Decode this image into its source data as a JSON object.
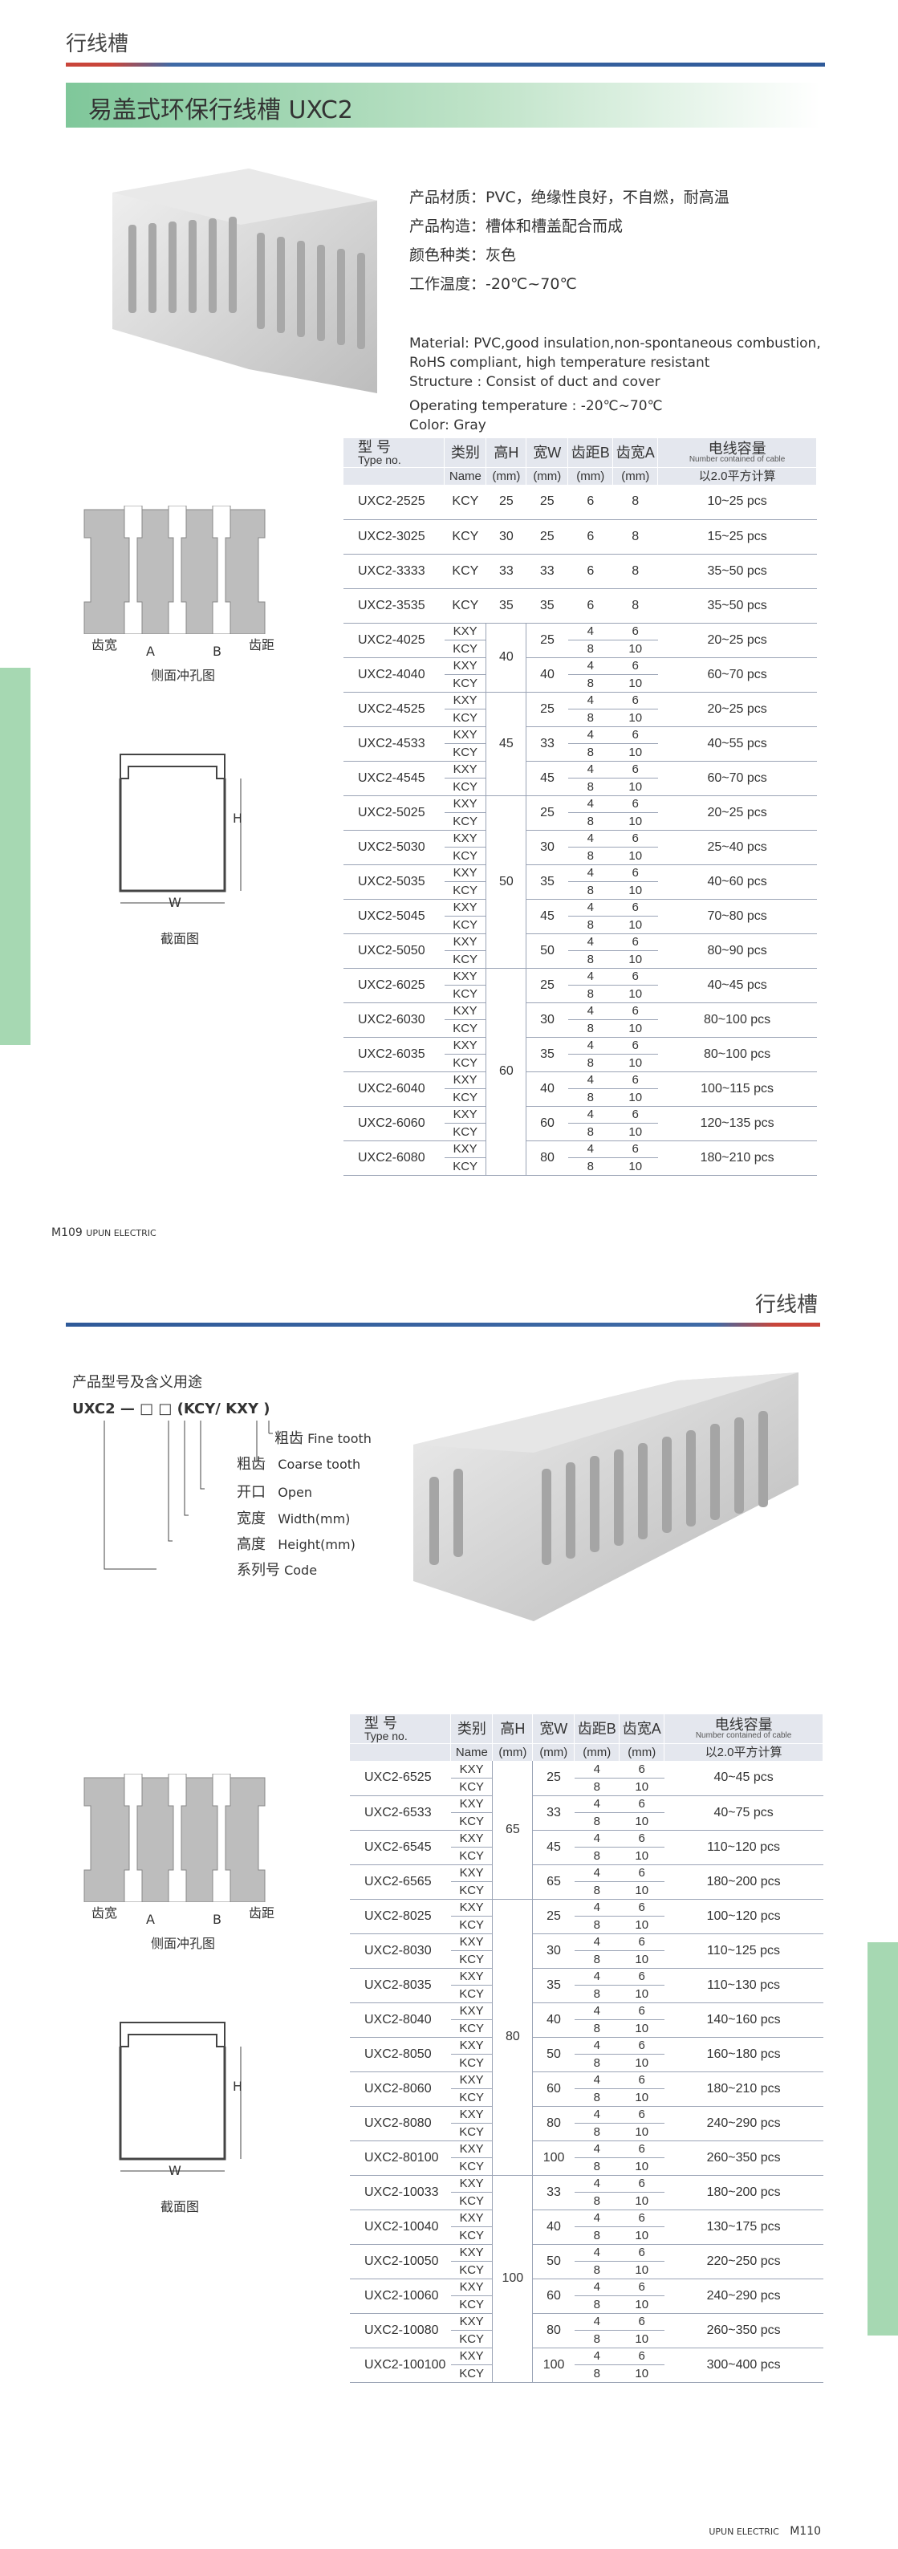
{
  "page1": {
    "section": "行线槽",
    "product_title": "易盖式环保行线槽  UXC2",
    "specs_cn": [
      {
        "label": "产品材质：",
        "value": "PVC，绝缘性良好，不自燃，耐高温"
      },
      {
        "label": "产品构造：",
        "value": "槽体和槽盖配合而成"
      },
      {
        "label": "颜色种类：",
        "value": "灰色"
      },
      {
        "label": "工作温度：",
        "value": "-20℃~70℃"
      }
    ],
    "specs_en": [
      "Material:   PVC,good insulation,non-spontaneous combustion,",
      "RoHS compliant,  high temperature resistant",
      "Structure :   Consist of duct and cover",
      "Operating temperature :   -20℃~70℃",
      "Color:    Gray"
    ],
    "diagram1": {
      "tooth_width": "齿宽",
      "tooth_pitch": "齿距",
      "label_a": "A",
      "label_b": "B",
      "caption": "侧面冲孔图"
    },
    "diagram2": {
      "label_h": "H",
      "label_w": "W",
      "caption": "截面图"
    },
    "footer": {
      "page": "M109",
      "brand": "UPUN ELECTRIC"
    }
  },
  "table_header": {
    "model_cn": "型 号",
    "model_en": "Type no.",
    "type_cn": "类别",
    "type_en": "Name",
    "h": "高H",
    "w": "宽W",
    "b": "齿距B",
    "a": "齿宽A",
    "cap_cn": "电线容量",
    "cap_en": "Number contained of cable",
    "mm": "(mm)",
    "cap_unit": "以2.0平方计算"
  },
  "table1": [
    {
      "model": "UXC2-2525",
      "type": "KCY",
      "h": "25",
      "w": "25",
      "b": "6",
      "a": "8",
      "cap": "10~25 pcs"
    },
    {
      "model": "UXC2-3025",
      "type": "KCY",
      "h": "30",
      "w": "25",
      "b": "6",
      "a": "8",
      "cap": "15~25 pcs"
    },
    {
      "model": "UXC2-3333",
      "type": "KCY",
      "h": "33",
      "w": "33",
      "b": "6",
      "a": "8",
      "cap": "35~50 pcs"
    },
    {
      "model": "UXC2-3535",
      "type": "KCY",
      "h": "35",
      "w": "35",
      "b": "6",
      "a": "8",
      "cap": "35~50 pcs"
    },
    {
      "model": "UXC2-4025",
      "w": "25",
      "cap": "20~25 pcs"
    },
    {
      "model": "UXC2-4040",
      "w": "40",
      "cap": "60~70 pcs"
    },
    {
      "model": "UXC2-4525",
      "w": "25",
      "cap": "20~25 pcs"
    },
    {
      "model": "UXC2-4533",
      "w": "33",
      "cap": "40~55 pcs"
    },
    {
      "model": "UXC2-4545",
      "w": "45",
      "cap": "60~70 pcs"
    },
    {
      "model": "UXC2-5025",
      "w": "25",
      "cap": "20~25 pcs"
    },
    {
      "model": "UXC2-5030",
      "w": "30",
      "cap": "25~40 pcs"
    },
    {
      "model": "UXC2-5035",
      "w": "35",
      "cap": "40~60 pcs"
    },
    {
      "model": "UXC2-5045",
      "w": "45",
      "cap": "70~80 pcs"
    },
    {
      "model": "UXC2-5050",
      "w": "50",
      "cap": "80~90 pcs"
    },
    {
      "model": "UXC2-6025",
      "w": "25",
      "cap": "40~45 pcs"
    },
    {
      "model": "UXC2-6030",
      "w": "30",
      "cap": "80~100 pcs"
    },
    {
      "model": "UXC2-6035",
      "w": "35",
      "cap": "80~100 pcs"
    },
    {
      "model": "UXC2-6040",
      "w": "40",
      "cap": "100~115 pcs"
    },
    {
      "model": "UXC2-6060",
      "w": "60",
      "cap": "120~135 pcs"
    },
    {
      "model": "UXC2-6080",
      "w": "80",
      "cap": "180~210 pcs"
    }
  ],
  "table1_heights": [
    "40",
    "45",
    "50",
    "60"
  ],
  "dual": {
    "t1": "KXY",
    "t2": "KCY",
    "b1": "4",
    "b2": "8",
    "a1": "6",
    "a2": "10"
  },
  "page2": {
    "section": "行线槽",
    "usage_title": "产品型号及含义用途",
    "code": "UXC2 — □ □ (KCY/ KXY )",
    "legend": [
      {
        "cn": "粗齿",
        "en": "Fine  tooth"
      },
      {
        "cn": "粗齿",
        "en": "Coarse tooth"
      },
      {
        "cn": "开口",
        "en": "Open"
      },
      {
        "cn": "宽度",
        "en": "Width(mm)"
      },
      {
        "cn": "高度",
        "en": "Height(mm)"
      },
      {
        "cn": "系列号",
        "en": "Code"
      }
    ],
    "footer": {
      "page": "M110",
      "brand": "UPUN ELECTRIC"
    }
  },
  "table2": [
    {
      "model": "UXC2-6525",
      "w": "25",
      "cap": "40~45 pcs"
    },
    {
      "model": "UXC2-6533",
      "w": "33",
      "cap": "40~75 pcs"
    },
    {
      "model": "UXC2-6545",
      "w": "45",
      "cap": "110~120 pcs"
    },
    {
      "model": "UXC2-6565",
      "w": "65",
      "cap": "180~200 pcs"
    },
    {
      "model": "UXC2-8025",
      "w": "25",
      "cap": "100~120 pcs"
    },
    {
      "model": "UXC2-8030",
      "w": "30",
      "cap": "110~125 pcs"
    },
    {
      "model": "UXC2-8035",
      "w": "35",
      "cap": "110~130 pcs"
    },
    {
      "model": "UXC2-8040",
      "w": "40",
      "cap": "140~160 pcs"
    },
    {
      "model": "UXC2-8050",
      "w": "50",
      "cap": "160~180 pcs"
    },
    {
      "model": "UXC2-8060",
      "w": "60",
      "cap": "180~210 pcs"
    },
    {
      "model": "UXC2-8080",
      "w": "80",
      "cap": "240~290 pcs"
    },
    {
      "model": "UXC2-80100",
      "w": "100",
      "cap": "260~350 pcs"
    },
    {
      "model": "UXC2-10033",
      "w": "33",
      "cap": "180~200 pcs"
    },
    {
      "model": "UXC2-10040",
      "w": "40",
      "cap": "130~175 pcs"
    },
    {
      "model": "UXC2-10050",
      "w": "50",
      "cap": "220~250 pcs"
    },
    {
      "model": "UXC2-10060",
      "w": "60",
      "cap": "240~290 pcs"
    },
    {
      "model": "UXC2-10080",
      "w": "80",
      "cap": "260~350 pcs"
    },
    {
      "model": "UXC2-100100",
      "w": "100",
      "cap": "300~400 pcs"
    }
  ],
  "table2_heights": [
    "65",
    "80",
    "100"
  ],
  "colors": {
    "rule_red": "#c9453a",
    "rule_blue": "#2f5a99",
    "side_green": "#a6d8b2",
    "header_bg": "#e4e7ee",
    "row_line": "#9aa3b5"
  }
}
